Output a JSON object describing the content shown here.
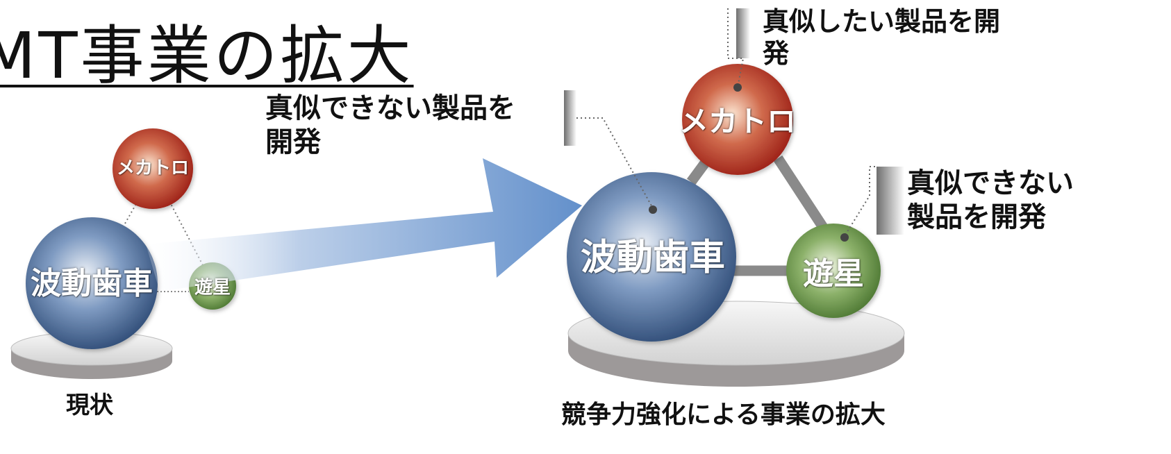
{
  "title": "MT事業の拡大",
  "colors": {
    "blue_ball": "#3f5f8e",
    "red_ball": "#b42b20",
    "green_ball": "#5c8a3c",
    "arrow": "#6d95cc",
    "platform": "#9a9a9a"
  },
  "current": {
    "nodes": {
      "wave_gear": "波動歯車",
      "mechatronics": "メカトロ",
      "planetary": "遊星"
    },
    "caption": "現状"
  },
  "future": {
    "nodes": {
      "wave_gear": "波動歯車",
      "mechatronics": "メカトロ",
      "planetary": "遊星"
    },
    "caption": "競争力強化による事業の拡大"
  },
  "callouts": {
    "wave_gear": [
      "真似できない製品を",
      "開発"
    ],
    "mechatronics": [
      "真似したい製品を開",
      "発"
    ],
    "planetary": [
      "真似できない",
      "製品を開発"
    ]
  }
}
